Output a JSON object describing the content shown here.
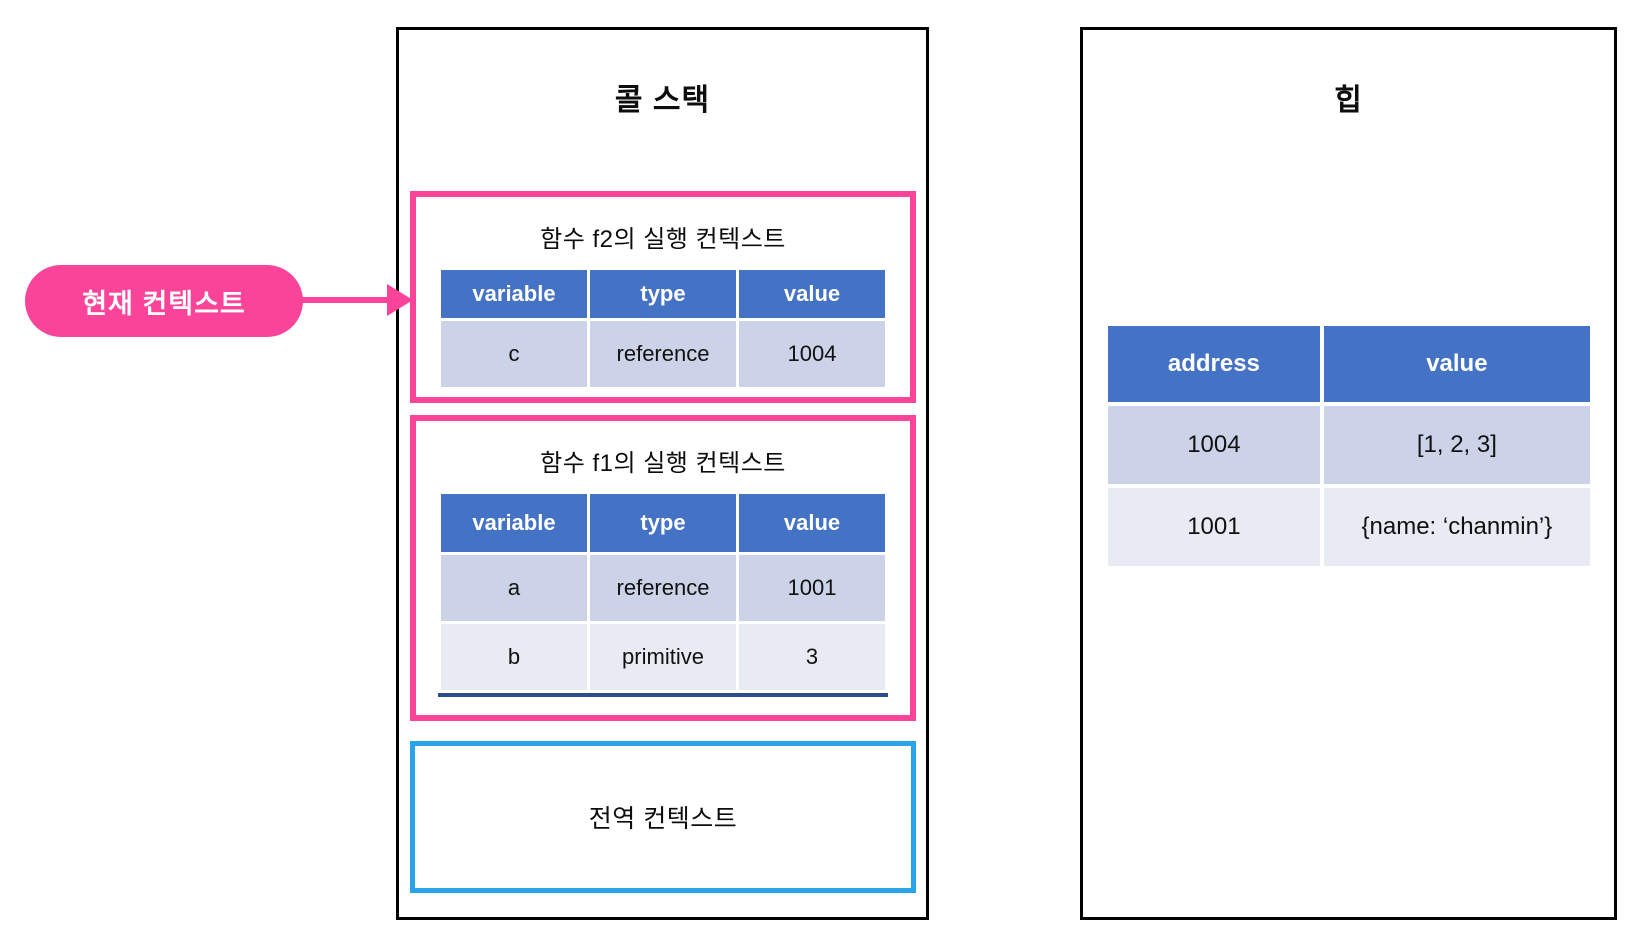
{
  "annotation": {
    "label": "현재 컨텍스트"
  },
  "call_stack": {
    "title": "콜 스택",
    "frames": [
      {
        "title": "함수 f2의 실행 컨텍스트",
        "columns": [
          "variable",
          "type",
          "value"
        ],
        "rows": [
          [
            "c",
            "reference",
            "1004"
          ]
        ]
      },
      {
        "title": "함수 f1의 실행 컨텍스트",
        "columns": [
          "variable",
          "type",
          "value"
        ],
        "rows": [
          [
            "a",
            "reference",
            "1001"
          ],
          [
            "b",
            "primitive",
            "3"
          ]
        ]
      }
    ],
    "global_label": "전역 컨텍스트"
  },
  "heap": {
    "title": "힙",
    "columns": [
      "address",
      "value"
    ],
    "rows": [
      [
        "1004",
        "[1, 2, 3]"
      ],
      [
        "1001",
        "{name: ‘chanmin’}"
      ]
    ]
  },
  "colors": {
    "accent_pink": "#f9449a",
    "accent_blue_border": "#29a4e9",
    "table_header_blue": "#4472c4",
    "row_dark": "#ccd3e8",
    "row_light": "#e9ebf4",
    "table_bottom_line": "#2c4d8e",
    "box_border": "#000000"
  }
}
